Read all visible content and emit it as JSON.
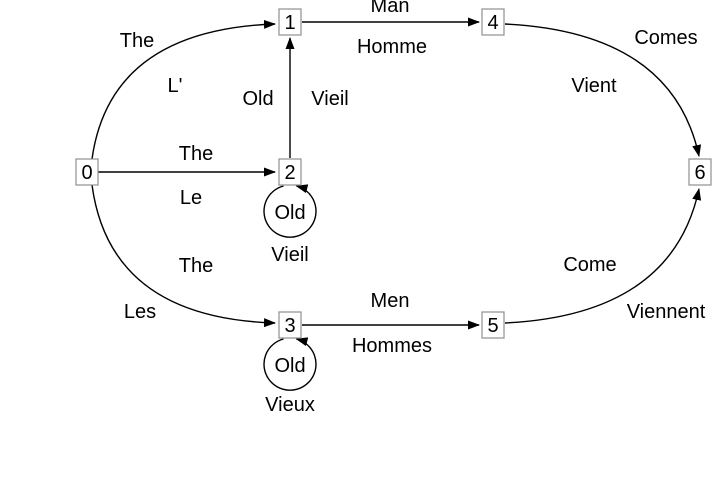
{
  "diagram": {
    "type": "word-lattice",
    "nodes": [
      {
        "id": 0,
        "label": "0"
      },
      {
        "id": 1,
        "label": "1"
      },
      {
        "id": 2,
        "label": "2"
      },
      {
        "id": 3,
        "label": "3"
      },
      {
        "id": 4,
        "label": "4"
      },
      {
        "id": 5,
        "label": "5"
      },
      {
        "id": 6,
        "label": "6"
      }
    ],
    "edges": [
      {
        "from": 0,
        "to": 1,
        "labels": [
          "The",
          "L'"
        ]
      },
      {
        "from": 0,
        "to": 2,
        "labels": [
          "The",
          "Le"
        ]
      },
      {
        "from": 0,
        "to": 3,
        "labels": [
          "The",
          "Les"
        ]
      },
      {
        "from": 2,
        "to": 1,
        "labels": [
          "Old",
          "Vieil"
        ]
      },
      {
        "from": 2,
        "to": 2,
        "labels": [
          "Old",
          "Vieil"
        ]
      },
      {
        "from": 1,
        "to": 4,
        "labels": [
          "Man",
          "Homme"
        ]
      },
      {
        "from": 3,
        "to": 3,
        "labels": [
          "Old",
          "Vieux"
        ]
      },
      {
        "from": 3,
        "to": 5,
        "labels": [
          "Men",
          "Hommes"
        ]
      },
      {
        "from": 4,
        "to": 6,
        "labels": [
          "Comes",
          "Vient"
        ]
      },
      {
        "from": 5,
        "to": 6,
        "labels": [
          "Come",
          "Viennent"
        ]
      }
    ],
    "colors": {
      "edge": "#000000",
      "node_border": "#8f8f8f",
      "text": "#000000",
      "background": "#ffffff"
    }
  }
}
